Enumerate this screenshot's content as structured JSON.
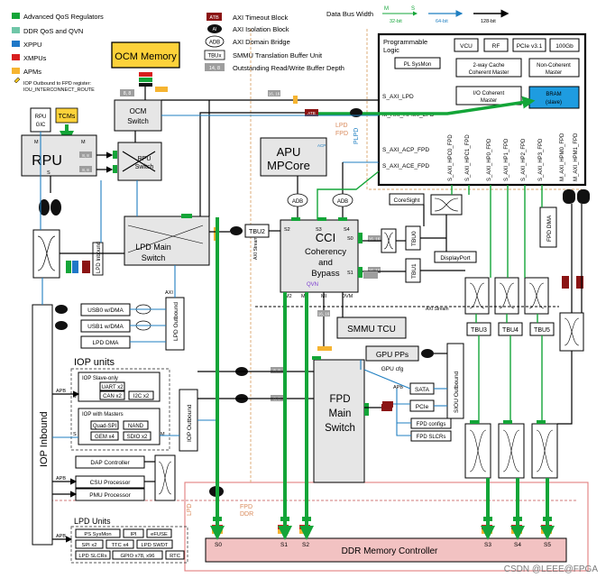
{
  "legend": {
    "regulators": "Advanced QoS Regulators",
    "ddr_qos": "DDR QoS and QVN",
    "xppu": "XPPU",
    "xmpus": "XMPUs",
    "apms": "APMs",
    "iop_note_1": "IOP Outbound to FPD register:",
    "iop_note_2": "IOU_INTERCONNECT_ROUTE",
    "atb_tag": "ATB",
    "timeout": "AXI Timeout Block",
    "ai_tag": "AI",
    "isolation": "AXI Isolation Block",
    "adb_tag": "ADB",
    "domain_bridge": "AXI Domain Bridge",
    "tbux_tag": "TBUx",
    "smmu_tbu": "SMMU Translation Buffer Unit",
    "depth_tag": "14, 8",
    "depth": "Outstanding Read/Write Buffer Depth"
  },
  "bus_width": {
    "title": "Data Bus Width",
    "w32": "32-bit",
    "w64": "64-bit",
    "w128": "128-bit",
    "m": "M",
    "s": "S"
  },
  "ocm_memory": "OCM Memory",
  "ocm_switch": [
    "OCM",
    "Switch"
  ],
  "rpu": "RPU",
  "rpu_gic": [
    "RPU",
    "GIC"
  ],
  "tcms": "TCMs",
  "rpu_switch": [
    "RPU",
    "Switch"
  ],
  "lpd_main_switch": [
    "LPD Main",
    "Switch"
  ],
  "lpd_inbound": "LPD Inbound",
  "lpd_outbound": "LPD Outbound",
  "iop_outbound": "IOP Outbound",
  "iop_inbound": "IOP Inbound",
  "usb0": "USB0 w/DMA",
  "usb1": "USB1 w/DMA",
  "lpd_dma": "LPD DMA",
  "iop_units": "IOP units",
  "iop_slave_only": "IOP Slave-only",
  "uart": "UART x2",
  "can": "CAN x2",
  "i2c": "I2C x2",
  "iop_with_masters": "IOP with Masters",
  "quad_spi": "Quad-SPI",
  "nand": "NAND",
  "gem": "GEM x4",
  "sdio": "SDIO x2",
  "dap_controller": "DAP Controller",
  "csu_processor": "CSU Processor",
  "pmu_processor": "PMU Processor",
  "lpd_units": "LPD Units",
  "lpd_units_items": [
    "PS SysMon",
    "IPI",
    "eFUSE",
    "SPI x2",
    "TTC x4",
    "LPD SWDT",
    "LPD SLCRs",
    "GPIO x78, x96",
    "RTC"
  ],
  "pl": {
    "title": [
      "Programmable",
      "Logic"
    ],
    "vcu": "VCU",
    "rf": "RF",
    "pcie": "PCIe v3.1",
    "g100": "100Gb",
    "sysmon": "PL SysMon",
    "cache2way": [
      "2-way Cache",
      "Coherent Master"
    ],
    "noncoherent": [
      "Non-Coherent",
      "Master"
    ],
    "io_coherent": [
      "I/O Coherent",
      "Master"
    ],
    "bram": [
      "BRAM",
      "(slave)"
    ],
    "s_axi_lpd": "S_AXI_LPD",
    "m_axi_hpm0_lpd": "M_AXI_HPM0_LPD",
    "s_axi_acp_fpd": "S_AXI_ACP_FPD",
    "s_axi_ace_fpd": "S_AXI_ACE_FPD",
    "ports": [
      "S_AXI_HPC0_FPD",
      "S_AXI_HPC1_FPD",
      "S_AXI_HP0_FPD",
      "S_AXI_HP1_FPD",
      "S_AXI_HP2_FPD",
      "S_AXI_HP3_FPD",
      "M_AXI_HPM0_FPD",
      "M_AXI_HPM1_FPD"
    ]
  },
  "apu": [
    "APU",
    "MPCore"
  ],
  "acp": "ACP",
  "cci": [
    "CCI",
    "Coherency",
    "and",
    "Bypass"
  ],
  "qvn": "QVN",
  "cci_ports": [
    "M2",
    "M1",
    "MI",
    "DVM",
    "S2",
    "S3",
    "S4",
    "S0",
    "S1"
  ],
  "coresight": "CoreSight",
  "displayport": "DisplayPort",
  "fpd_dma": "FPD DMA",
  "smmu_tcu": "SMMU TCU",
  "gpu_pps": "GPU PPs",
  "gpu_cfg": "GPU cfg",
  "sata": "SATA",
  "pcie_block": "PCIe",
  "sioub": "SIOU Outbound",
  "fpd_configs": "FPD configs",
  "fpd_slcrs": "FPD SLCRs",
  "fpd_main_switch": [
    "FPD",
    "Main",
    "Switch"
  ],
  "tbu": [
    "TBU2",
    "TBU0",
    "TBU1",
    "TBU3",
    "TBU4",
    "TBU5"
  ],
  "ddr": "DDR Memory Controller",
  "ddr_ports": [
    "S0",
    "S1",
    "S2",
    "S3",
    "S4",
    "S5"
  ],
  "labels": {
    "lpd": "LPD",
    "fpd": "FPD",
    "pl": "PL",
    "ddr": "DDR",
    "pspl": "PLPD",
    "axi": "AXI",
    "apb": "APB",
    "axi_stream": "AXI Stream",
    "adb": "ADB",
    "atb": "ATB",
    "ai": "AI",
    "m": "M",
    "s": "S",
    "num_16": "16, 16",
    "num_8": "8, 8",
    "num_14": "14, 8"
  },
  "watermark": "CSDN @LEEE@FPGA"
}
